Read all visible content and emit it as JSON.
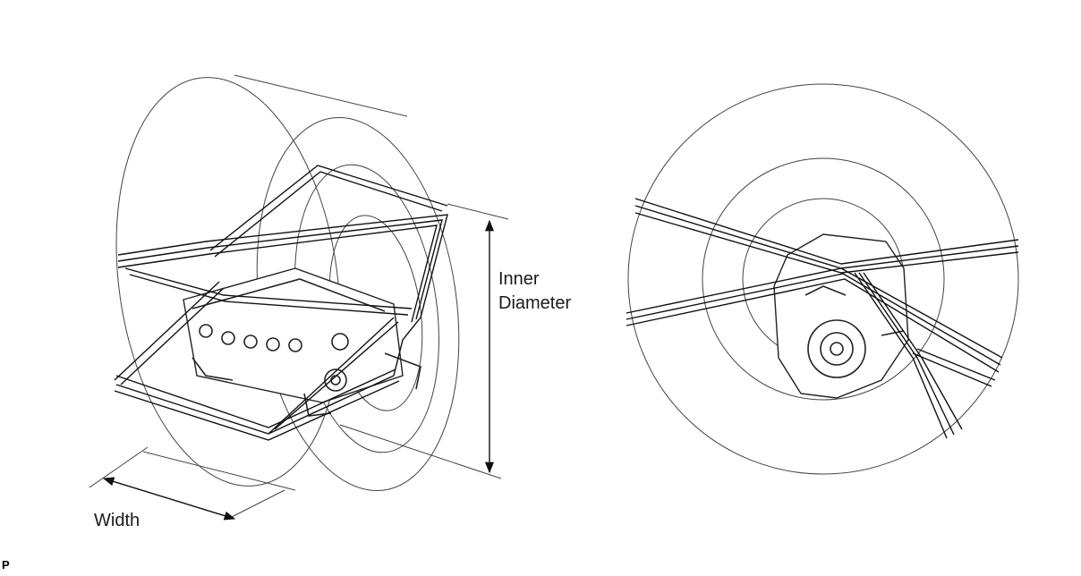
{
  "labels": {
    "inner_diameter_line1": "Inner",
    "inner_diameter_line2": "Diameter",
    "width": "Width",
    "code": "P"
  }
}
